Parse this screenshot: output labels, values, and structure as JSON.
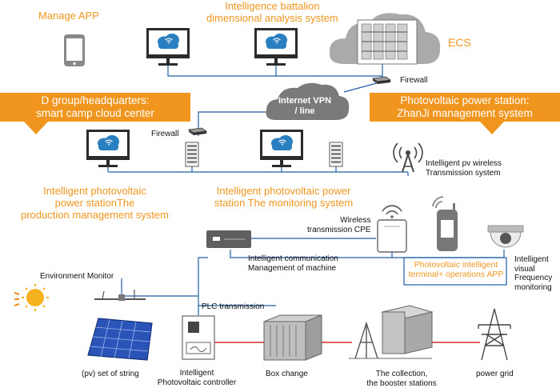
{
  "labels": {
    "manage_app": "Manage APP",
    "battalion_system": "Intelligence battalion\ndimensional analysis system",
    "ecs": "ECS",
    "firewall_top": "Firewall",
    "internet_vpn": "Internet VPN\n/ line",
    "firewall_mid": "Firewall",
    "wireless_system": "Intelligent pv wireless\nTransmission system",
    "production_system": "Intelligent photovoltaic\npower stationThe\nproduction management system",
    "monitoring_system": "Intelligent photovoltaic power\nstation The monitoring system",
    "cpe": "Wireless\ntransmission CPE",
    "comm_machine": "Intelligent communication\nManagement of machine",
    "terminal_app": "Photovoltaic intelligent\nterminal+ operations APP",
    "visual_monitoring": "Intelligent\nvisual\nFrequency\nmonitoring",
    "env_monitor": "Environment Monitor",
    "plc": "PLC transmission",
    "pv_string": "(pv) set of string",
    "pv_controller": "Intelligent\nPhotovoltaic controller",
    "box_change": "Box change",
    "booster": "The collection,\nthe booster stations",
    "power_grid": "power grid"
  },
  "banners": {
    "left": "D group/headquarters:\nsmart camp cloud center",
    "right": "Photovoltaic power station:\nZhanJi management system"
  },
  "colors": {
    "orange": "#f0961e",
    "network_line": "#1f5fa8",
    "power_line": "#d42a2a",
    "device_gray": "#6e6e6e",
    "cloud_gray": "#aaaaaa",
    "monitor_blue": "#2a7fc0"
  }
}
